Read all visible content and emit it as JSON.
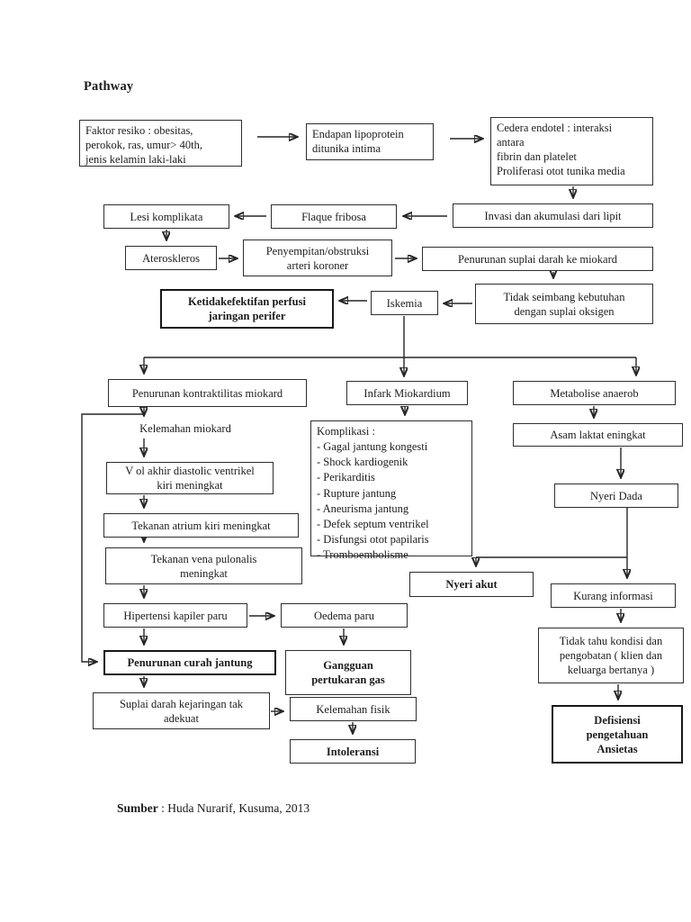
{
  "page": {
    "title": "Pathway"
  },
  "footer": {
    "source_label": "Sumber",
    "source_text": " : Huda Nurarif, Kusuma, 2013"
  },
  "colors": {
    "ink": "#1c1c1c",
    "paper": "#ffffff"
  },
  "nodes": {
    "faktor_resiko": {
      "text": "Faktor resiko : obesitas,\nperokok, ras, umur> 40th,\njenis kelamin laki-laki"
    },
    "endapan": {
      "text": "Endapan lipoprotein\nditunika intima"
    },
    "cedera": {
      "text": "Cedera endotel : interaksi\nantara\nfibrin dan platelet\nProliferasi otot tunika media"
    },
    "invasi": {
      "text": "Invasi dan akumulasi dari lipit"
    },
    "flaque": {
      "text": "Flaque fribosa"
    },
    "lesi": {
      "text": "Lesi komplikata"
    },
    "ateroskleros": {
      "text": "Ateroskleros"
    },
    "penyempitan": {
      "text": "Penyempitan/obstruksi\narteri koroner"
    },
    "penurunan_suplai": {
      "text": "Penurunan suplai darah ke miokard"
    },
    "tidak_seimbang": {
      "text": "Tidak seimbang kebutuhan\ndengan suplai oksigen"
    },
    "iskemia": {
      "text": "Iskemia"
    },
    "ketidakefektifan": {
      "text": "Ketidakefektifan perfusi\njaringan perifer"
    },
    "penurunan_kontraktilitas": {
      "text": "Penurunan kontraktilitas miokard"
    },
    "kelemahan_miokard": {
      "text": "Kelemahan miokard"
    },
    "vol_akhir": {
      "text": "V ol akhir diastolic ventrikel\nkiri meningkat"
    },
    "tekanan_atrium": {
      "text": "Tekanan atrium kiri meningkat"
    },
    "tekanan_vena": {
      "text": "Tekanan vena pulonalis\nmeningkat"
    },
    "hipertensi": {
      "text": "Hipertensi kapiler paru"
    },
    "oedema": {
      "text": "Oedema paru"
    },
    "penurunan_curah": {
      "text": "Penurunan curah jantung"
    },
    "suplai_darah": {
      "text": "Suplai darah kejaringan tak\nadekuat"
    },
    "gangguan": {
      "text": "Gangguan\npertukaran gas"
    },
    "kelemahan_fisik": {
      "text": "Kelemahan fisik"
    },
    "intoleransi": {
      "text": "Intoleransi"
    },
    "infark": {
      "text": "Infark Miokardium"
    },
    "komplikasi": {
      "text": "Komplikasi :\n- Gagal jantung kongesti\n- Shock kardiogenik\n- Perikarditis\n- Rupture jantung\n- Aneurisma jantung\n- Defek septum ventrikel\n- Disfungsi otot papilaris\n- Tromboembolisme"
    },
    "nyeri_akut": {
      "text": "Nyeri akut"
    },
    "metabolise": {
      "text": "Metabolise anaerob"
    },
    "asam_laktat": {
      "text": "Asam laktat eningkat"
    },
    "nyeri_dada": {
      "text": "Nyeri Dada"
    },
    "kurang_informasi": {
      "text": "Kurang informasi"
    },
    "tidak_tahu": {
      "text": "Tidak tahu kondisi dan\npengobatan ( klien dan\nkeluarga bertanya )"
    },
    "defisiensi": {
      "text": "Defisiensi\npengetahuan\nAnsietas"
    }
  }
}
